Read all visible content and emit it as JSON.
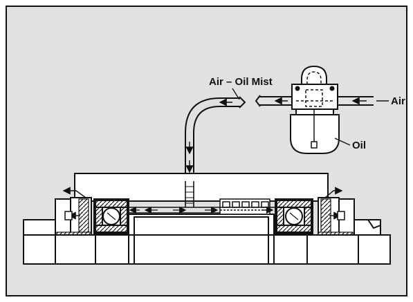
{
  "labels": {
    "mist": "Air – Oil Mist",
    "air": "Air",
    "oil": "Oil"
  },
  "colors": {
    "panel": "#e1e1e1",
    "border": "#111111",
    "part_fill": "#ffffff",
    "ink": "#111111"
  }
}
